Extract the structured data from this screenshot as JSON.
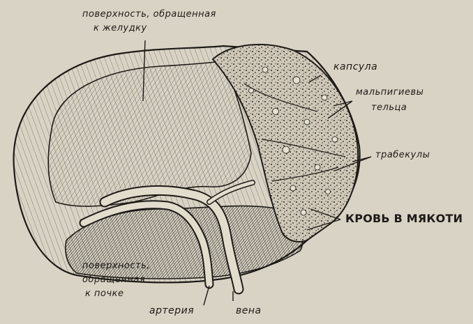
{
  "labels": {
    "stomach_surface_line1": "поверхность, обращенная",
    "stomach_surface_line2": "к желудку",
    "capsule": "капсула",
    "malpighian_line1": "мальпигиевы",
    "malpighian_line2": "тельца",
    "trabeculae": "трабекулы",
    "pulp_blood": "кровь в мякоти",
    "kidney_surface_line1": "поверхность,",
    "kidney_surface_line2": "обращенная",
    "kidney_surface_line3": "к почке",
    "artery": "артерия",
    "vein": "вена"
  },
  "colors": {
    "paper": "#d9d3c5",
    "ink": "#1d1a16"
  }
}
